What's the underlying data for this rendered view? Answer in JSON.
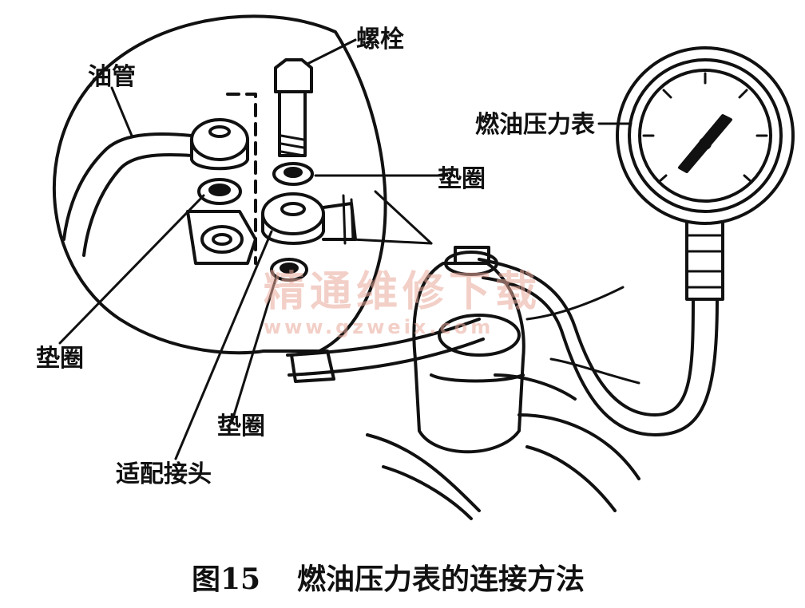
{
  "labels": {
    "bolt": "螺栓",
    "fuel_pipe": "油管",
    "gauge": "燃油压力表",
    "washer_upper_right": "垫圈",
    "washer_left": "垫圈",
    "washer_lower": "垫圈",
    "adapter": "适配接头"
  },
  "caption": {
    "figure_number": "图15",
    "title": "燃油压力表的连接方法"
  },
  "watermark": {
    "text": "精通维修下载",
    "url": "www.gzweix.com",
    "color": "#e9a89a"
  }
}
